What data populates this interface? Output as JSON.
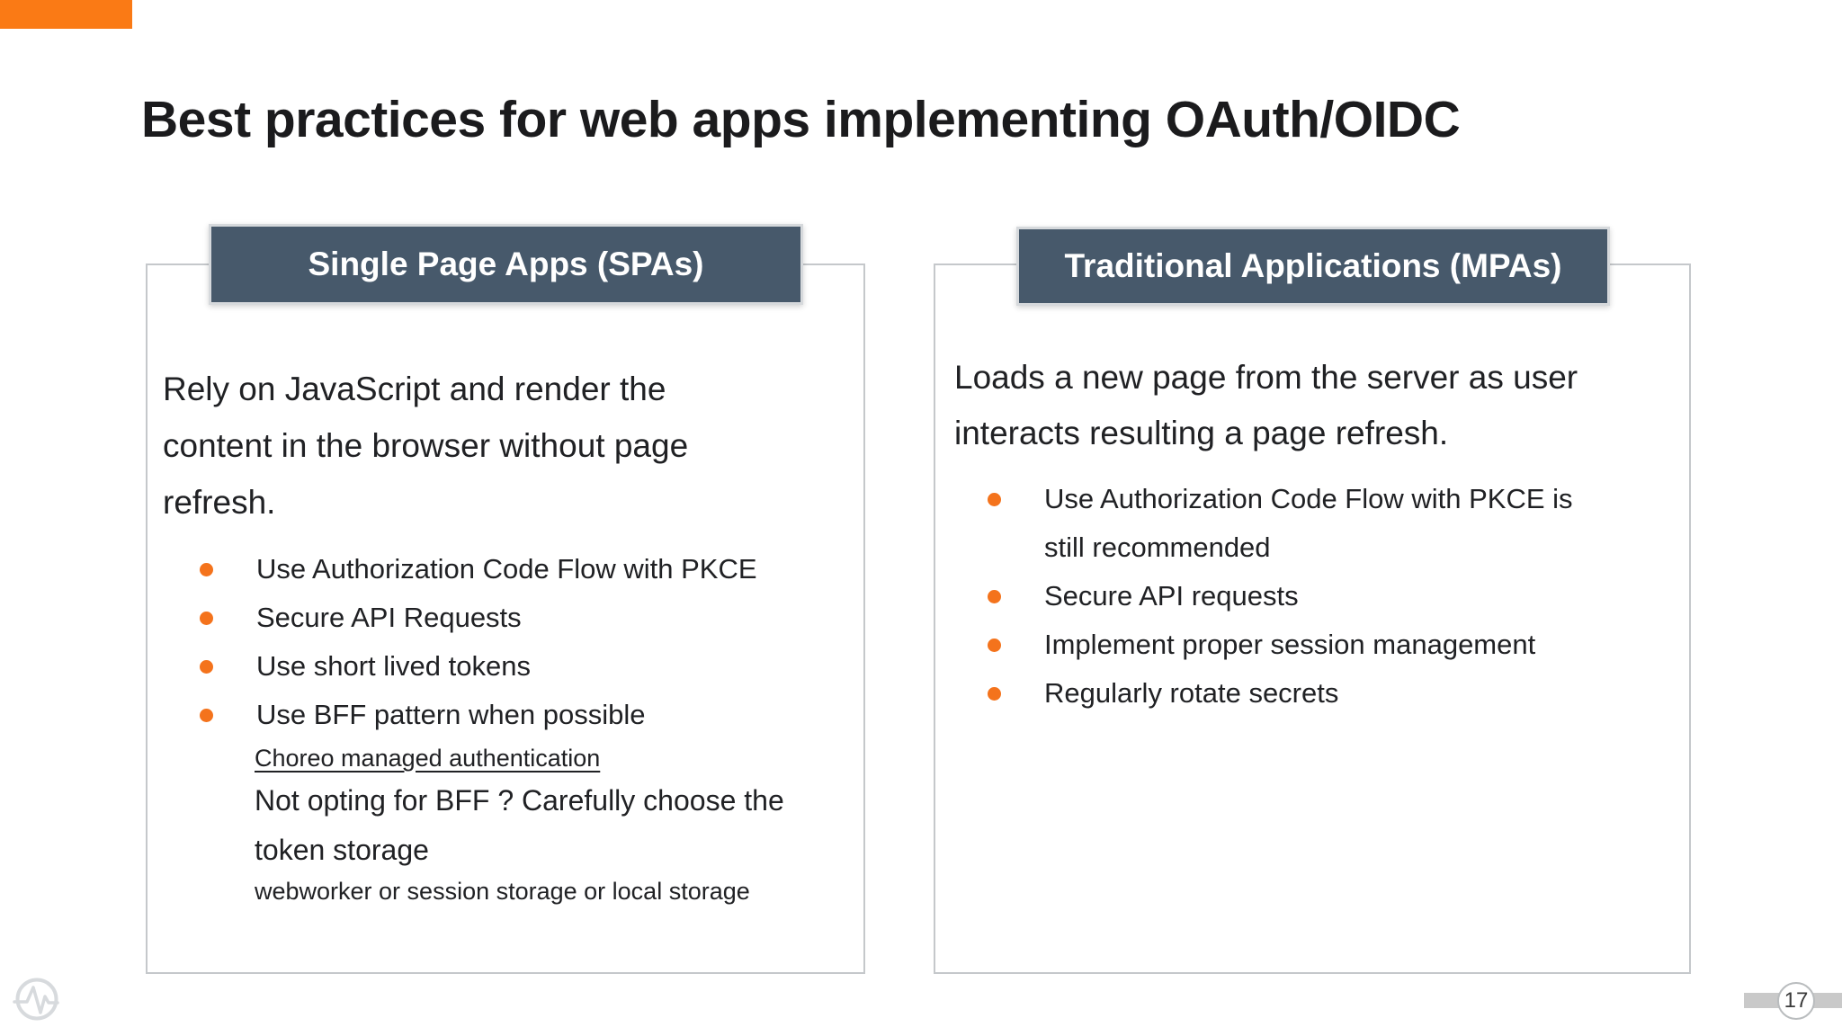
{
  "colors": {
    "orange": "#FA7A15",
    "bullet": "#F4731C",
    "slate": "#47596B",
    "card-border": "#C5C8CB",
    "footer-gray": "#C9C9C9",
    "text": "#202124"
  },
  "title": "Best practices for web apps implementing OAuth/OIDC",
  "cards": [
    {
      "header": "Single Page Apps (SPAs)",
      "body": "Rely on JavaScript and render the content in the browser without page refresh.",
      "bullets": [
        "Use Authorization Code Flow with PKCE",
        "Secure API Requests",
        "Use short lived tokens",
        "Use BFF pattern when possible"
      ],
      "link_text": "Choreo managed authentication",
      "note": "Not opting for BFF ? Carefully choose the token storage",
      "subnote": "webworker or  session storage or local storage"
    },
    {
      "header": "Traditional Applications (MPAs)",
      "body": "Loads a new page from the server as user interacts resulting a page refresh.",
      "bullets": [
        "Use Authorization Code Flow with PKCE is still recommended",
        "Secure API requests",
        "Implement proper session management",
        "Regularly rotate secrets"
      ]
    }
  ],
  "footer": {
    "page_number": "17",
    "logo_icon": "pulse-activity-logo"
  }
}
